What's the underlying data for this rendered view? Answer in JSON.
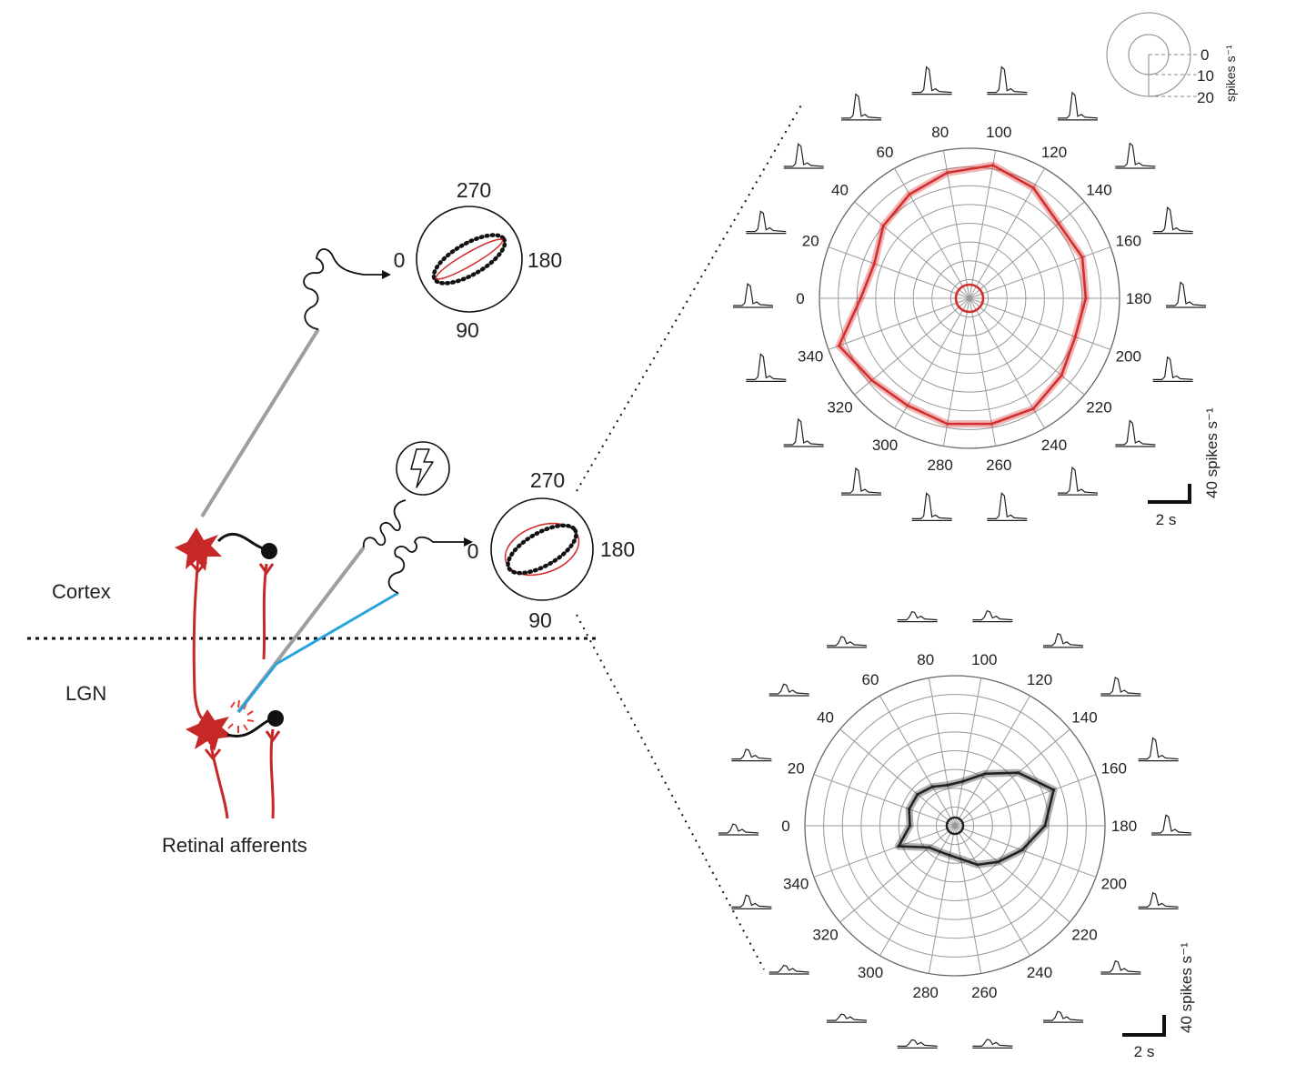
{
  "labels": {
    "cortex": "Cortex",
    "lgn": "LGN",
    "retinal": "Retinal afferents"
  },
  "upper_schematic_dial": {
    "top": "270",
    "left": "0",
    "right": "180",
    "bottom": "90"
  },
  "lower_schematic_dial": {
    "top": "270",
    "left": "0",
    "right": "180",
    "bottom": "90"
  },
  "colors": {
    "red": "#c62828",
    "blue": "#29a3dc",
    "gray": "#9e9e9e",
    "black": "#111111"
  },
  "icons": [
    "lightning-bolt-icon",
    "arrow-right-icon"
  ],
  "legend": {
    "ticks": [
      "0",
      "10",
      "20"
    ],
    "unit_label": "spikes s⁻¹"
  },
  "chart_data": [
    {
      "type": "polar",
      "series_color": "#d32f2f",
      "angles": [
        0,
        20,
        40,
        60,
        80,
        100,
        120,
        140,
        160,
        180,
        200,
        220,
        240,
        260,
        280,
        300,
        320,
        340
      ],
      "angle_labels": [
        "0",
        "20",
        "40",
        "60",
        "80",
        "100",
        "120",
        "140",
        "160",
        "180",
        "200",
        "220",
        "240",
        "260",
        "280",
        "300",
        "320",
        "340"
      ],
      "radius_max": 40,
      "ring_step": 5,
      "values": [
        29,
        27,
        30,
        32,
        34,
        36,
        34,
        31,
        32,
        31,
        30,
        32,
        34,
        34,
        34,
        33,
        34,
        37
      ],
      "baseline": 2.5,
      "scale_y": "40 spikes s⁻¹",
      "scale_x": "2 s"
    },
    {
      "type": "polar",
      "series_color": "#222222",
      "angles": [
        0,
        20,
        40,
        60,
        80,
        100,
        120,
        140,
        160,
        180,
        200,
        220,
        240,
        260,
        280,
        300,
        320,
        340
      ],
      "angle_labels": [
        "0",
        "20",
        "40",
        "60",
        "80",
        "100",
        "120",
        "140",
        "160",
        "180",
        "200",
        "220",
        "240",
        "260",
        "280",
        "300",
        "320",
        "340"
      ],
      "radius_max": 40,
      "ring_step": 5,
      "values": [
        12,
        13,
        13,
        12,
        11,
        12,
        16,
        22,
        28,
        24,
        19,
        15,
        12,
        9,
        8,
        8,
        9,
        16
      ],
      "baseline": 1.5,
      "scale_y": "40 spikes s⁻¹",
      "scale_x": "2 s"
    }
  ]
}
